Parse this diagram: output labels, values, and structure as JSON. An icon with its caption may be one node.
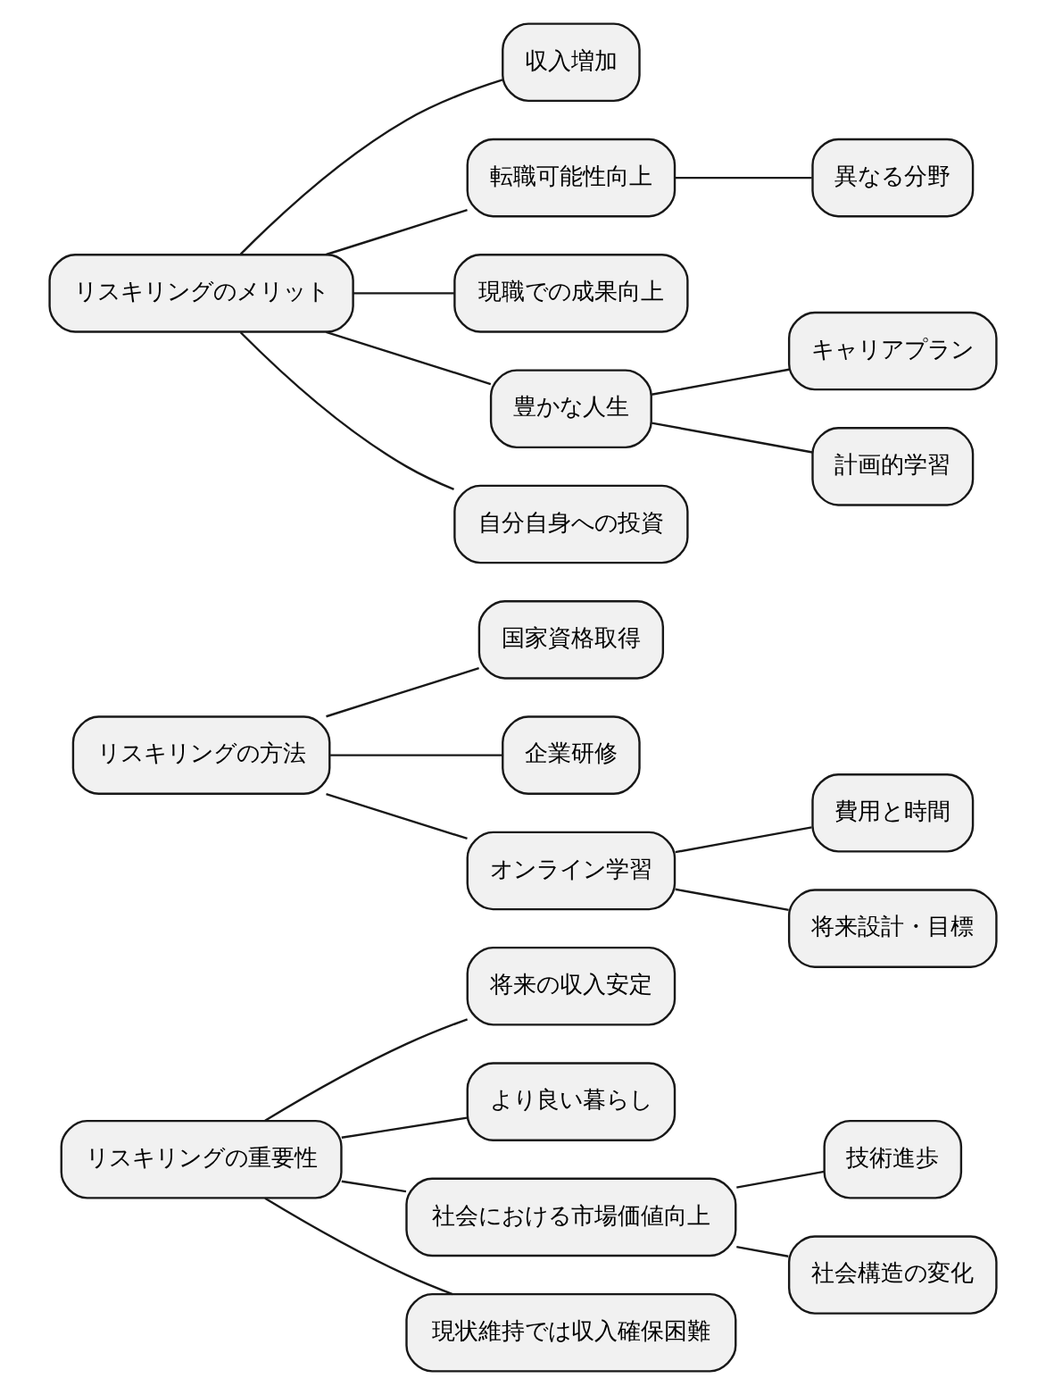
{
  "diagram": {
    "nodes": [
      {
        "text": [
          "リスキリングの重要性"
        ]
      },
      {
        "text": [
          "将来の収入安定"
        ]
      },
      {
        "text": [
          "より良い暮らし"
        ]
      },
      {
        "text": [
          "社会における市場価値向上"
        ]
      },
      {
        "text": [
          "技術進歩"
        ]
      },
      {
        "text": [
          "社会構造の変化"
        ]
      },
      {
        "text": [
          "現状維持では収入確保困難"
        ]
      },
      {
        "text": [
          "リスキリングの方法"
        ]
      },
      {
        "text": [
          "国家資格取得"
        ]
      },
      {
        "text": [
          "企業研修"
        ]
      },
      {
        "text": [
          "オンライン学習"
        ]
      },
      {
        "text": [
          "費用と時間"
        ]
      },
      {
        "text": [
          "将来設計・目標"
        ]
      },
      {
        "text": [
          "リスキリングのメリット"
        ]
      },
      {
        "text": [
          "収入増加"
        ]
      },
      {
        "text": [
          "転職可能性向上"
        ]
      },
      {
        "text": [
          "異なる分野"
        ]
      },
      {
        "text": [
          "現職での成果向上"
        ]
      },
      {
        "text": [
          "豊かな人生"
        ]
      },
      {
        "text": [
          "キャリアプラン"
        ]
      },
      {
        "text": [
          "計画的学習"
        ]
      },
      {
        "text": [
          "自分自身への投資"
        ]
      }
    ],
    "edges": [
      {
        "from": 0,
        "to": 1,
        "arrow": "none"
      },
      {
        "from": 0,
        "to": 2,
        "arrow": "none"
      },
      {
        "from": 0,
        "to": 3,
        "arrow": "none"
      },
      {
        "from": 3,
        "to": 4,
        "arrow": "none"
      },
      {
        "from": 3,
        "to": 5,
        "arrow": "none"
      },
      {
        "from": 0,
        "to": 6,
        "arrow": "none"
      },
      {
        "from": 7,
        "to": 8,
        "arrow": "none"
      },
      {
        "from": 7,
        "to": 9,
        "arrow": "none"
      },
      {
        "from": 7,
        "to": 10,
        "arrow": "none"
      },
      {
        "from": 10,
        "to": 11,
        "arrow": "none"
      },
      {
        "from": 10,
        "to": 12,
        "arrow": "none"
      },
      {
        "from": 13,
        "to": 14,
        "arrow": "none"
      },
      {
        "from": 13,
        "to": 15,
        "arrow": "none"
      },
      {
        "from": 15,
        "to": 16,
        "arrow": "none"
      },
      {
        "from": 13,
        "to": 17,
        "arrow": "none"
      },
      {
        "from": 13,
        "to": 18,
        "arrow": "none"
      },
      {
        "from": 18,
        "to": 19,
        "arrow": "none"
      },
      {
        "from": 18,
        "to": 20,
        "arrow": "none"
      },
      {
        "from": 13,
        "to": 21,
        "arrow": "none"
      }
    ]
  }
}
